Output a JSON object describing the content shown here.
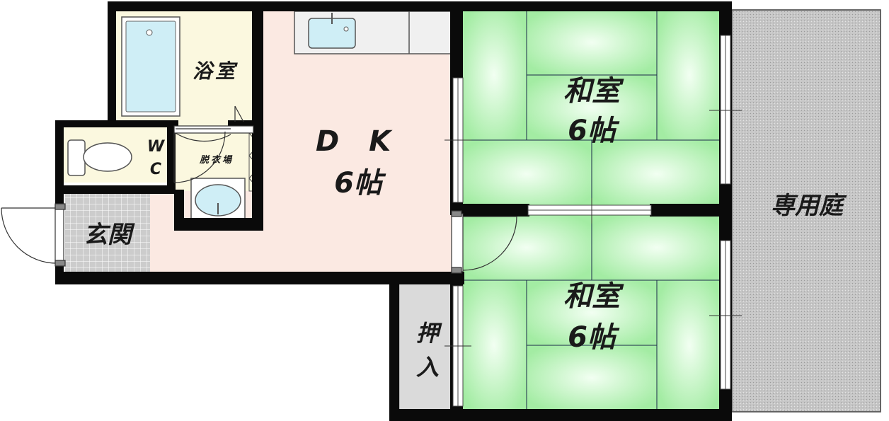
{
  "rooms": {
    "bath": {
      "label": "浴室"
    },
    "wc": {
      "line1": "W",
      "line2": "C"
    },
    "dressing": {
      "label": "脱衣場"
    },
    "entrance": {
      "label": "玄関"
    },
    "dk": {
      "line1": "D K",
      "line2": "6帖"
    },
    "washitsu_top": {
      "line1": "和室",
      "line2": "6帖"
    },
    "washitsu_bottom": {
      "line1": "和室",
      "line2": "6帖"
    },
    "closet": {
      "line1": "押",
      "line2": "入"
    },
    "garden": {
      "label": "専用庭"
    }
  },
  "colors": {
    "wall": "#0a0a0a",
    "bath_floor": "#fbf8df",
    "dk_floor": "#fbe9e2",
    "tatami": "#a6eea6",
    "tatami_light": "#eaffea",
    "entrance_tile": "#c9c9c9",
    "garden_fill": "#bdbdbd",
    "closet": "#dadada",
    "fixture": "#cfeef6"
  }
}
